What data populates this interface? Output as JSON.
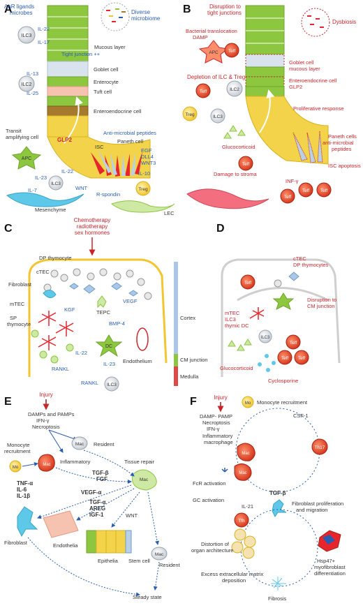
{
  "colors": {
    "blue": "#2a5db0",
    "red": "#c8262c",
    "green": "#8dc63f",
    "yellow": "#f2c531",
    "cortex": "#a9c8e8",
    "cm": "#8dc63f",
    "medulla": "#e04848"
  },
  "panels": {
    "A": {
      "letter": "A",
      "labels": {
        "ahr": "AhR ligands",
        "microbes": "microbes",
        "il22": "IL-22",
        "il17": "IL-17",
        "ilc3": "ILC3",
        "tight": "Tight junction ++",
        "diverse1": "Diverse",
        "diverse2": "microbiome",
        "mucous": "Mucous layer",
        "goblet": "Goblet cell",
        "il13": "IL-13",
        "ilc2": "ILC2",
        "entero": "Enterocyte",
        "il25": "IL-25",
        "tuft": "Tuft cell",
        "enteroendo": "Enteroendocrine cell",
        "transit1": "Transit",
        "transit2": "amplifying cell",
        "glp2": "GLP2",
        "antimicro": "Anti-microbial peptides",
        "paneth": "Paneth cell",
        "isc": "ISC",
        "egf": "EGF",
        "dll4": "DLL4",
        "wnt3": "WNT3",
        "apc": "APC",
        "il23": "IL-23",
        "il22b": "IL-22",
        "il10": "IL-10",
        "il7": "IL-7",
        "ilc3b": "ILC3",
        "wnt": "WNT",
        "treg": "Treg",
        "rspondin": "R-spondin",
        "mesen": "Mesenchyme",
        "lec": "LEC"
      }
    },
    "B": {
      "letter": "B",
      "labels": {
        "disrupt1": "Disruption to",
        "disrupt2": "tight junctions",
        "dysbiosis": "Dysbiosis",
        "bact1": "Bacterial translocation",
        "bact2": "DAMP",
        "apc": "APC",
        "teff": "Teff",
        "goblet1": "Goblet cell",
        "goblet2": "mucous layer",
        "deplete": "Depletion of ILC & Treg",
        "ilc2": "ILC2",
        "entero1": "Enteroendocrine cell",
        "entero2": "GLP2",
        "treg": "Treg",
        "ilc3": "ILC3",
        "prolif": "Proliferative response",
        "gluco": "Glucocorticoid",
        "paneth1": "Paneth cells",
        "paneth2": "anti-microbial",
        "paneth3": "peptides",
        "isc": "ISC apoptosis",
        "infy": "INF-γ",
        "stroma": "Damage to stroma"
      }
    },
    "C": {
      "letter": "C",
      "labels": {
        "chemo1": "Chemotherapy",
        "chemo2": "radiotherapy",
        "chemo3": "sex hormones",
        "dp": "DP thymocyte",
        "ctec": "cTEC",
        "fibro": "Fibroblast",
        "mtec": "mTEC",
        "sp1": "SP",
        "sp2": "thymocyte",
        "kgf": "KGF",
        "tepc": "TEPC",
        "vegf": "VEGF",
        "bmp4": "BMP-4",
        "dc": "DC",
        "il22": "IL-22",
        "il23": "IL-23",
        "endo": "Endothelium",
        "rankl1": "RANKL",
        "rankl2": "RANKL",
        "ilc3": "ILC3",
        "cortex": "Cortex",
        "cmj": "CM junction",
        "medulla": "Medulla"
      }
    },
    "D": {
      "letter": "D",
      "labels": {
        "teff": "Teff",
        "ctec1": "cTEC",
        "ctec2": "DP thymocytes",
        "mtec1": "mTEC",
        "mtec2": "ILC3",
        "mtec3": "thymic DC",
        "disrupt1": "Disruption to",
        "disrupt2": "CM junction",
        "ilc3": "ILC3",
        "gluco": "Glucocorticoid",
        "cyclo": "Cyclosporine"
      }
    },
    "E": {
      "letter": "E",
      "labels": {
        "injury": "Injury",
        "damps": "DAMPs and PAMPs",
        "ifny": "IFN-γ",
        "necro": "Necroptosis",
        "mono1": "Monocyte",
        "mono2": "recruitment",
        "mo": "Mo",
        "mac": "Mac",
        "resident": "Resident",
        "inflam": "Inflammatory",
        "tnfa": "TNF-α",
        "il6": "IL-6",
        "il1b": "IL-1β",
        "tissue": "Tissue repair",
        "tgfb": "TGF-β",
        "fgf": "FGF",
        "vegfa": "VEGF-α",
        "tgfa": "TGF-α",
        "areg": "AREG",
        "igf1": "IGF-1",
        "wnt": "WNT",
        "fibro": "Fibroblast",
        "endo": "Endothelia",
        "epi": "Epithelia",
        "stem": "Stem cell",
        "resident2": "Resident",
        "steady": "Steady state"
      }
    },
    "F": {
      "letter": "F",
      "labels": {
        "injury": "Injury",
        "damp": "DAMP- PAMP",
        "necro": "Necroptosis",
        "ifny": "IFN-γ",
        "inflam1": "Inflammatory",
        "inflam2": "macrophage",
        "mo": "Mo",
        "monorec": "Monocyte recruitment",
        "csf": "CSF-1",
        "th17": "Th17",
        "mac": "Mac",
        "fcr": "FcR activation",
        "tgfb": "TGF-β",
        "gc": "GC activation",
        "il21": "IL-21",
        "tfh": "Tfh",
        "fibprolif1": "Fibroblast proliferation",
        "fibprolif2": "and migration",
        "distort1": "Distortion of",
        "distort2": "organ architecture",
        "hsp1": "Hsp47+",
        "hsp2": "myofibroblast",
        "hsp3": "differentiation",
        "excess1": "Excess extracellular matrix",
        "excess2": "deposition",
        "fibrosis": "Fibrosis"
      }
    }
  }
}
